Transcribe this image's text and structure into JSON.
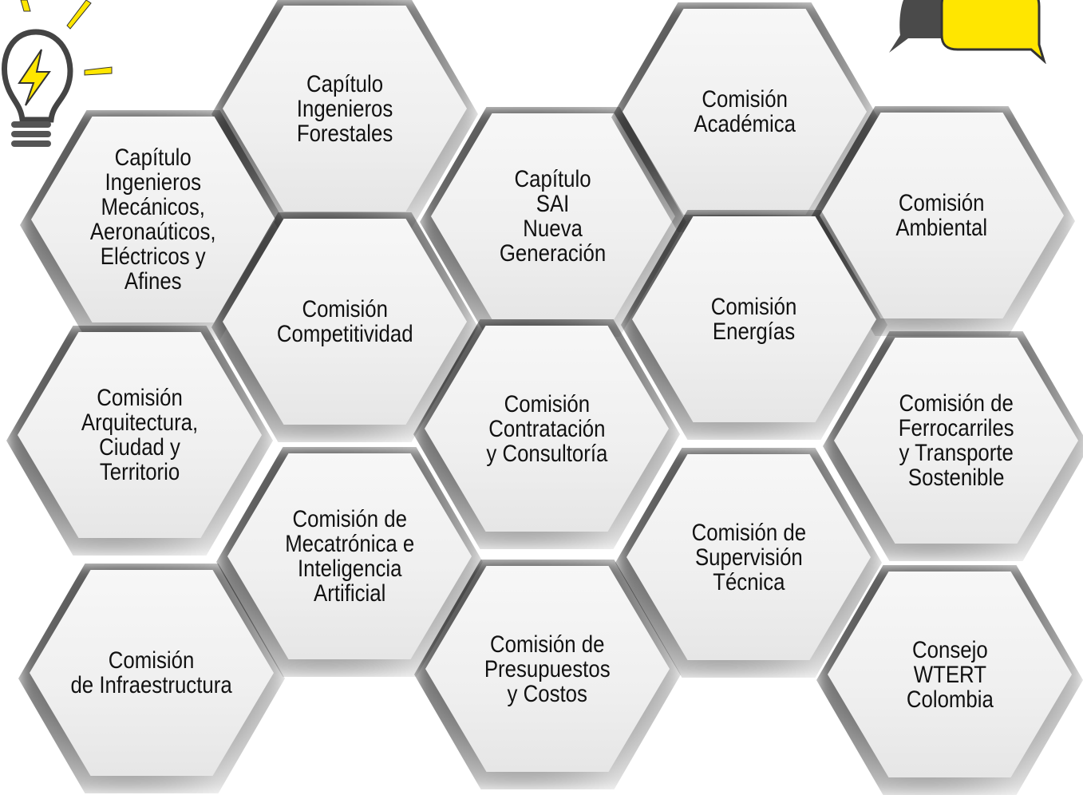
{
  "colors": {
    "accent": "#FFE600",
    "hex_fill": "#F0F0F0",
    "text": "#111111",
    "bubble_dark": "#4A4A4A"
  },
  "icons": {
    "top_left": "lightbulb-icon",
    "top_right": "speech-bubbles-icon"
  },
  "hexagons": [
    {
      "id": "forestales",
      "label": "Capítulo\nIngenieros\nForestales"
    },
    {
      "id": "mecanicos",
      "label": "Capítulo\nIngenieros\nMecánicos,\nAeronaúticos,\nEléctricos y\nAfines"
    },
    {
      "id": "sai",
      "label": "Capítulo\nSAI\nNueva\nGeneración"
    },
    {
      "id": "academica",
      "label": "Comisión\nAcadémica"
    },
    {
      "id": "ambiental",
      "label": "Comisión\nAmbiental"
    },
    {
      "id": "competitividad",
      "label": "Comisión\nCompetitividad"
    },
    {
      "id": "energias",
      "label": "Comisión\nEnergías"
    },
    {
      "id": "arquitectura",
      "label": "Comisión\nArquitectura,\nCiudad y\nTerritorio"
    },
    {
      "id": "contratacion",
      "label": "Comisión\nContratación\ny Consultoría"
    },
    {
      "id": "ferrocarriles",
      "label": "Comisión de\nFerrocarriles\ny Transporte\nSostenible"
    },
    {
      "id": "mecatronica",
      "label": "Comisión de\nMecatrónica e\nInteligencia\nArtificial"
    },
    {
      "id": "supervision",
      "label": "Comisión de\nSupervisión\nTécnica"
    },
    {
      "id": "infraestructura",
      "label": "Comisión\nde Infraestructura"
    },
    {
      "id": "presupuestos",
      "label": "Comisión de\nPresupuestos\ny Costos"
    },
    {
      "id": "wtert",
      "label": "Consejo\nWTERT\nColombia"
    }
  ]
}
